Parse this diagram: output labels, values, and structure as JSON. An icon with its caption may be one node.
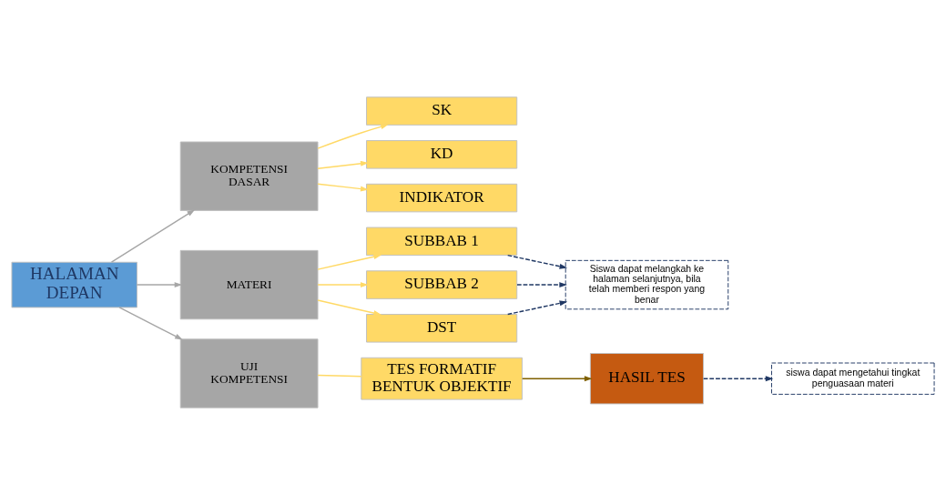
{
  "diagram": {
    "nodes": [
      {
        "text": [
          "HALAMAN DEPAN"
        ]
      },
      {
        "text": [
          "KOMPETENSI DASAR"
        ]
      },
      {
        "text": [
          "SK"
        ]
      },
      {
        "text": [
          "KD"
        ]
      },
      {
        "text": [
          "INDIKATOR"
        ]
      },
      {
        "text": [
          "Siswa dapat melangkah ke halaman selanjutnya, bila telah memberi respon yang benar"
        ]
      },
      {
        "text": [
          "MATERI"
        ]
      },
      {
        "text": [
          "SUBBAB 1"
        ]
      },
      {
        "text": [
          "SUBBAB 2"
        ]
      },
      {
        "text": [
          "DST"
        ]
      },
      {
        "text": [
          "siswa dapat mengetahui tingkat penguasaan materi"
        ]
      },
      {
        "text": [
          "UJI KOMPETENSI"
        ]
      },
      {
        "text": [
          "TES FORMATIF BENTUK OBJEKTIF"
        ]
      },
      {
        "text": [
          "HASIL TES"
        ]
      }
    ],
    "edges": [
      {
        "from": 0,
        "to": 1,
        "arrow": "to",
        "color": "#a6a6a6"
      },
      {
        "from": 0,
        "to": 6,
        "arrow": "to",
        "color": "#a6a6a6"
      },
      {
        "from": 0,
        "to": 11,
        "arrow": "to",
        "color": "#a6a6a6"
      },
      {
        "from": 1,
        "to": 2,
        "arrow": "to"
      },
      {
        "from": 1,
        "to": 3,
        "arrow": "to"
      },
      {
        "from": 1,
        "to": 4,
        "arrow": "to"
      },
      {
        "from": 6,
        "to": 7,
        "arrow": "to"
      },
      {
        "from": 6,
        "to": 8,
        "arrow": "to"
      },
      {
        "from": 6,
        "to": 9,
        "arrow": "to"
      },
      {
        "from": 7,
        "to": 5,
        "arrow": "to",
        "style": "dashed",
        "color": "#203864"
      },
      {
        "from": 8,
        "to": 5,
        "arrow": "to",
        "style": "dashed",
        "color": "#203864"
      },
      {
        "from": 9,
        "to": 5,
        "arrow": "to",
        "style": "dashed",
        "color": "#203864"
      },
      {
        "from": 11,
        "to": 12,
        "arrow": "none"
      },
      {
        "from": 12,
        "to": 13,
        "arrow": "to",
        "color": "#7f6000"
      },
      {
        "from": 13,
        "to": 10,
        "arrow": "to",
        "style": "dashed",
        "color": "#203864"
      }
    ]
  }
}
